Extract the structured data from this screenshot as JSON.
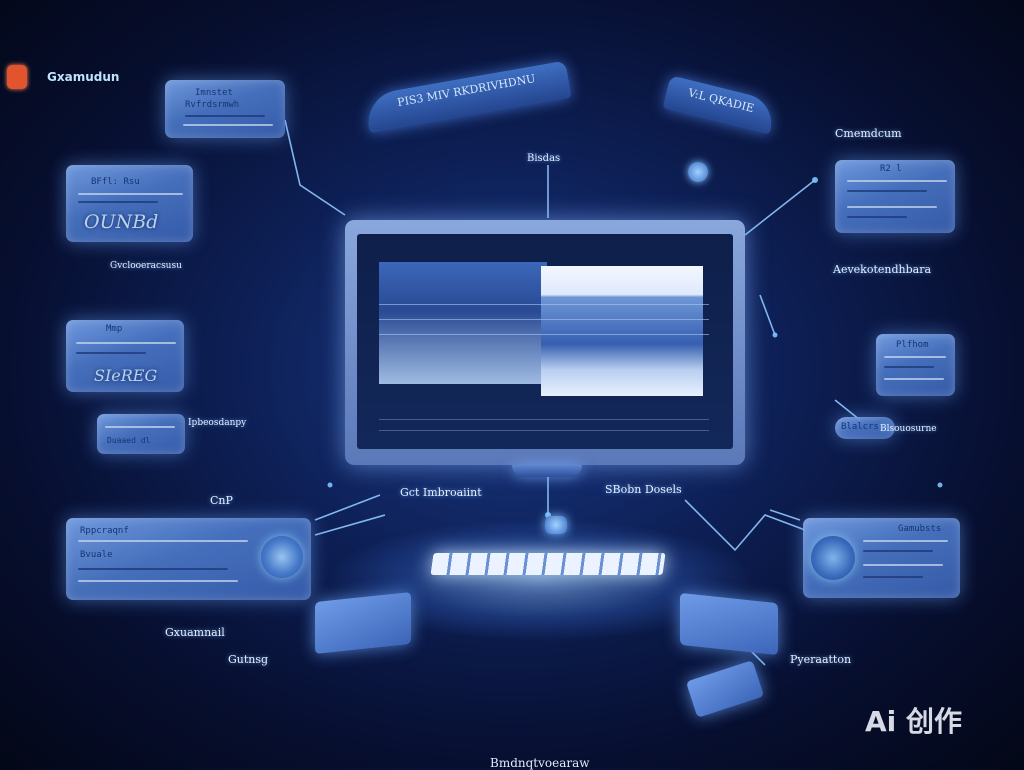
{
  "header": {
    "logo_icon": "red-app-icon",
    "title": "Gxamudun"
  },
  "monitor": {
    "top_label": "Bisdas",
    "caption_left": "Gct Imbroaiint",
    "caption_right": "SBobn Dosels"
  },
  "arcs": {
    "left": "PIS3 MIV RKDRIVHDNU",
    "right": "V:L QKADIE"
  },
  "panels": {
    "left_top": {
      "lines": [
        "Imnstet",
        "Rvfrdsrmwh"
      ]
    },
    "left_2": {
      "lines": [
        "BFfl: Rsu",
        "OUNBd"
      ]
    },
    "left_3": {
      "lines": [
        "Mmp",
        "SIeREG"
      ]
    },
    "left_4": {
      "lines": [
        "Duaaed dl"
      ]
    },
    "left_5": {
      "lines": [
        "Rppcraqnf",
        "Bvuale"
      ]
    },
    "right_1": {
      "lines": [
        "R2 l"
      ]
    },
    "right_2": {
      "lines": [
        "Plfhom"
      ]
    },
    "right_3": {
      "lines": [
        "Blalcrs"
      ]
    },
    "right_4": {
      "lines": [
        "Gamubsts"
      ]
    }
  },
  "labels": {
    "chemicum": "Cmemdcum",
    "assetholder": "Aevekotendhbara",
    "left_row_1": "Gvclooeracsusu",
    "left_row_2": "Ipbeosdanpy",
    "right_row_1": "Blsouosurne",
    "cnp": "CnP",
    "bottom_left_1": "Gxuamnail",
    "bottom_left_2": "Gutnsg",
    "bottom_right": "Pyeraatton",
    "bottom_center": "Bmdnqtvoearaw"
  },
  "watermark": "Ai 创作",
  "colors": {
    "background": "#0b1a4a",
    "accent": "#6aa8ff",
    "panel": "#5a87d6",
    "wire_pink": "#c24fd1",
    "wire_blue": "#5fa8ff"
  }
}
